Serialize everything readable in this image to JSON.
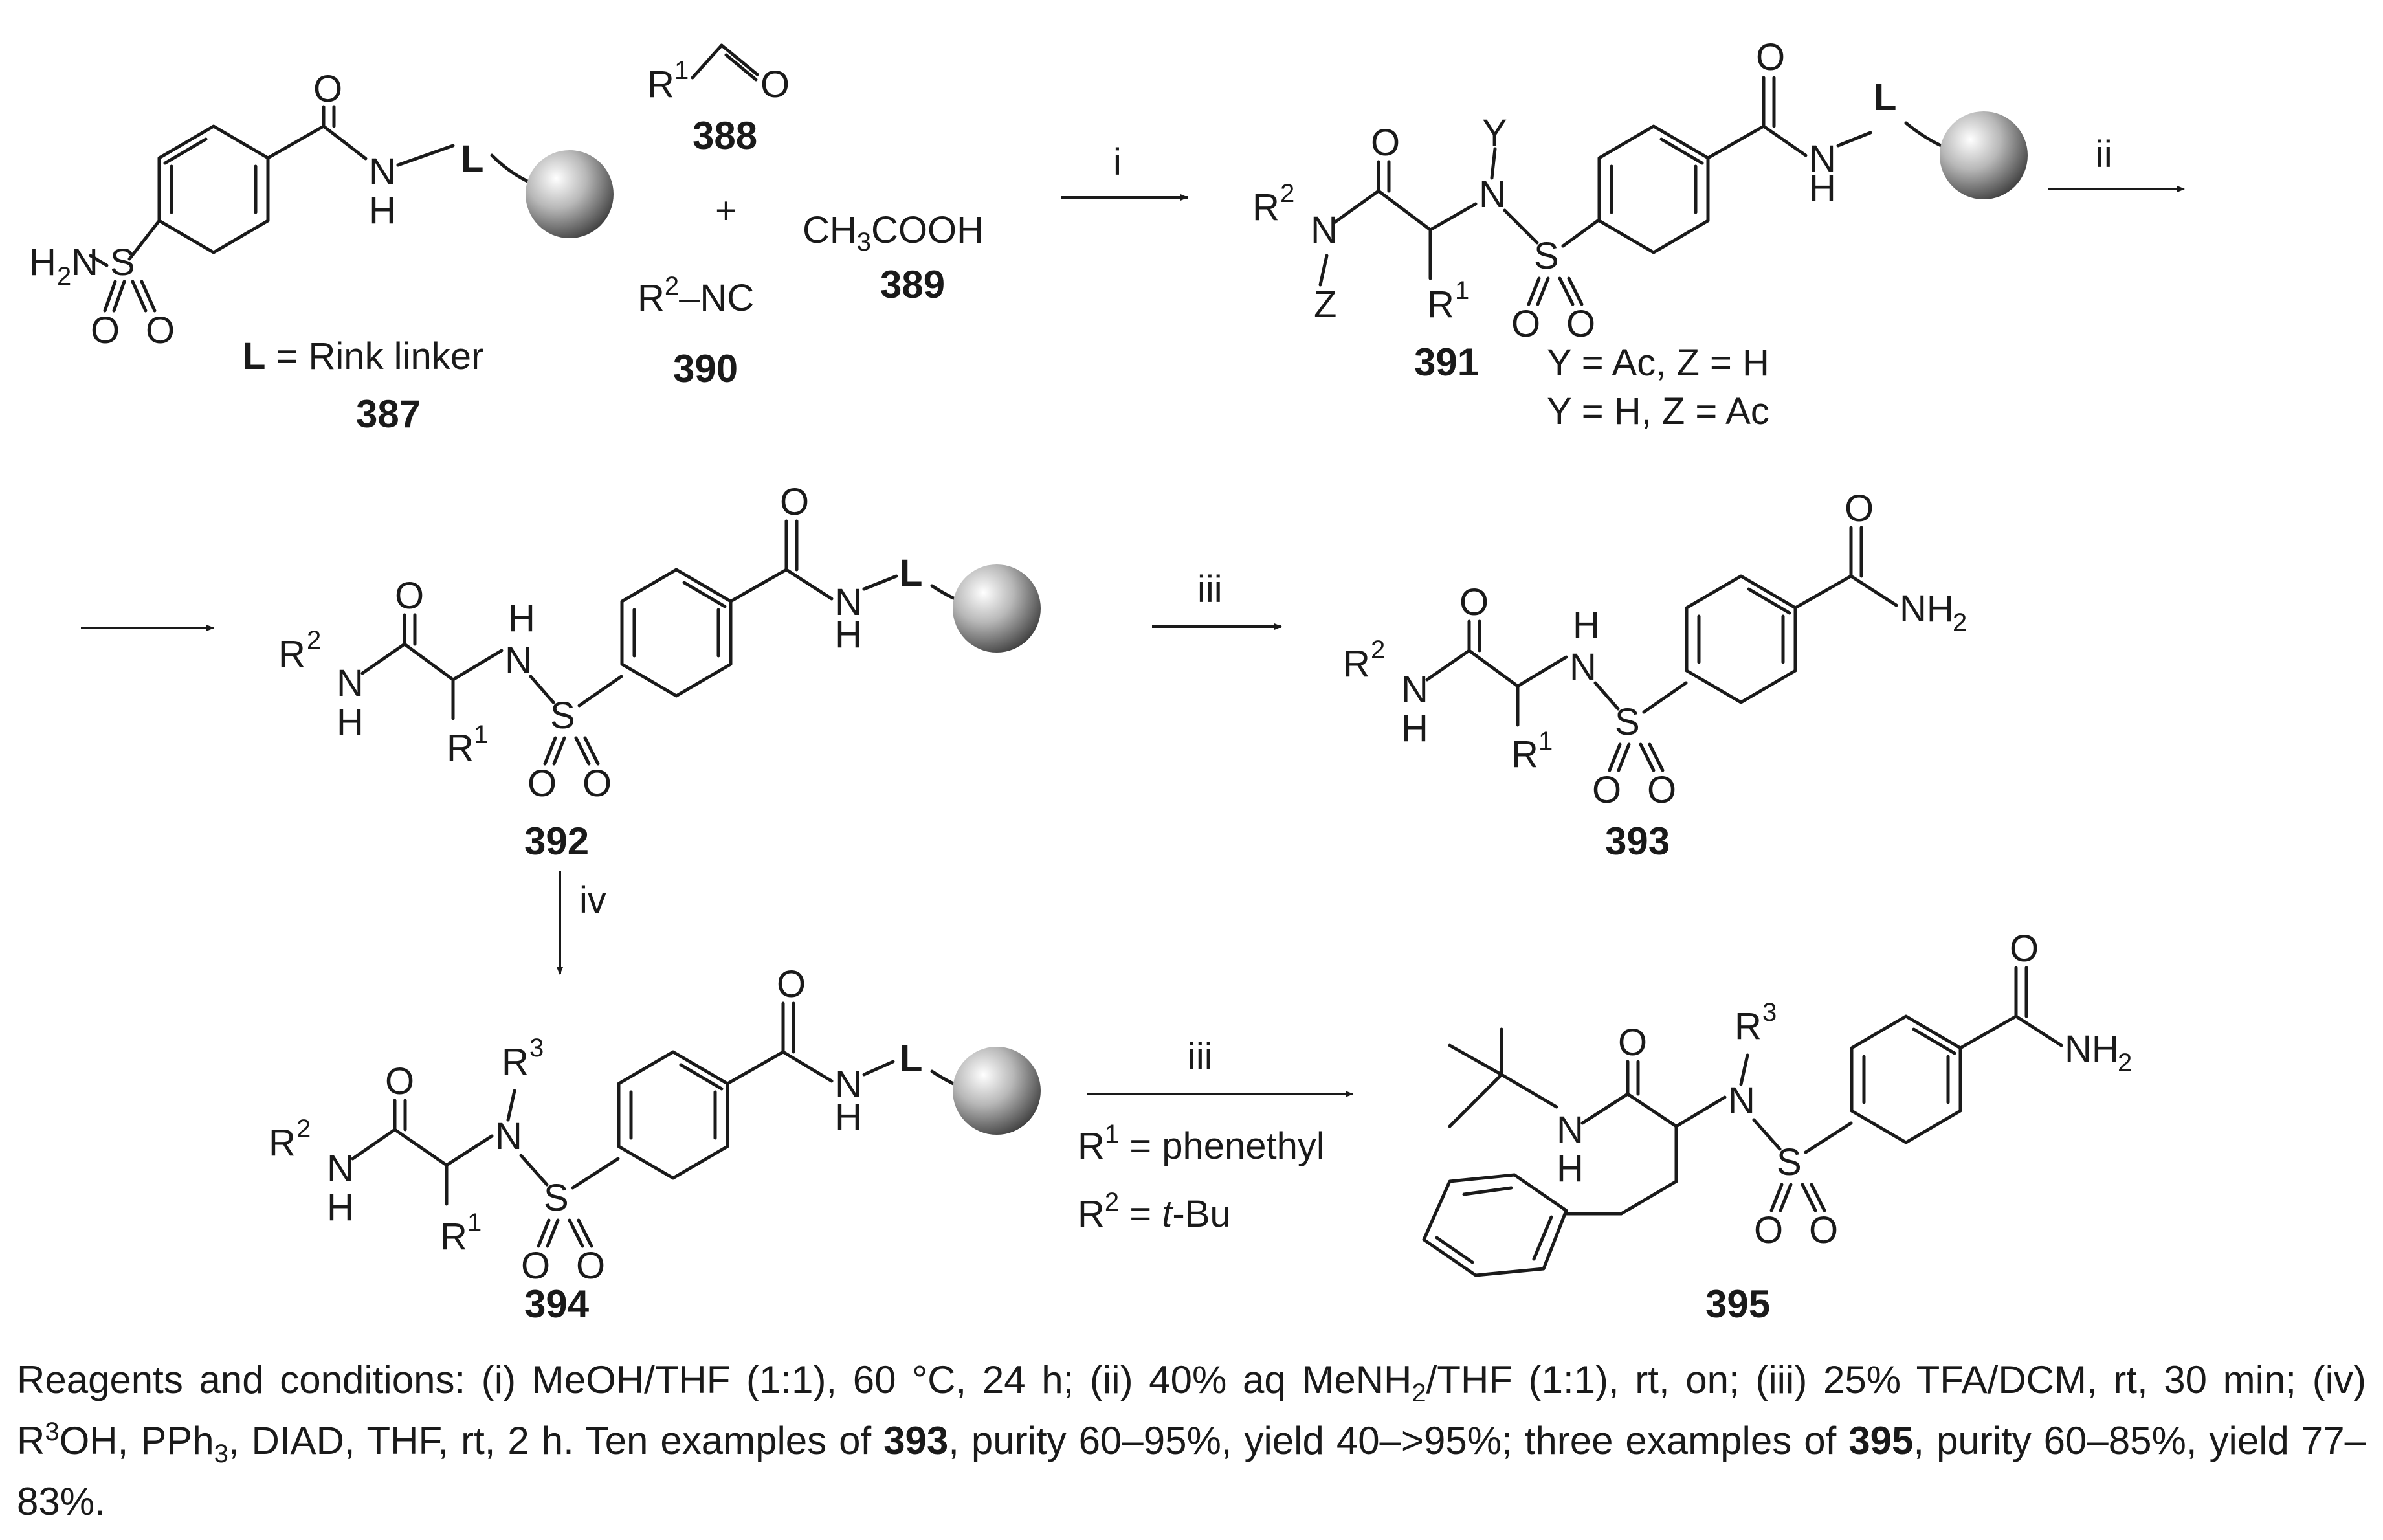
{
  "compounds": {
    "c387": "387",
    "c388": "388",
    "c389": "389",
    "c390": "390",
    "c391": "391",
    "c392": "392",
    "c393": "393",
    "c394": "394",
    "c395": "395"
  },
  "labels": {
    "linker_def_bold": "L",
    "linker_def_rest": " = Rink linker",
    "plus": "+",
    "acid": "CH3COOH",
    "isonitrile": "R2–NC",
    "y_ac": "Y = Ac, Z = H",
    "y_h": "Y = H, Z = Ac",
    "r1_cond": "R1 = phenethyl",
    "r2_cond": "R2 = t-Bu"
  },
  "steps": {
    "s1": "i",
    "s2": "ii",
    "s3": "iii",
    "s4": "iv",
    "s5": "iii"
  },
  "caption": {
    "part1": "Reagents and conditions: (i) MeOH/THF (1:1), 60 °C, 24 h; (ii) 40% aq MeNH",
    "part1_sub": "2",
    "part2": "/THF (1:1), rt, on; (iii) 25% TFA/DCM, rt, 30 min; (iv) R",
    "part2_sup": "3",
    "part3": "OH, PPh",
    "part3_sub": "3",
    "part4": ", DIAD, THF, rt, 2 h. Ten examples of ",
    "bold_393": "393",
    "part5": ", purity 60–95%, yield 40–>95%; three examples of ",
    "bold_395": "395",
    "part6": ", purity 60–85%, yield 77–83%."
  }
}
